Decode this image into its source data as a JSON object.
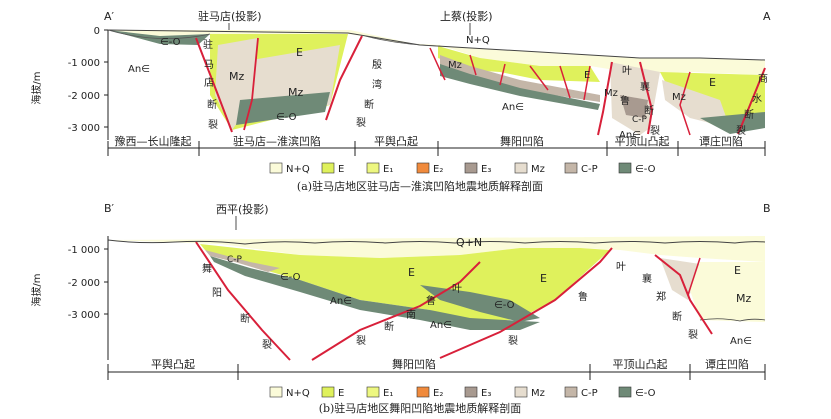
{
  "colors": {
    "NQ": "#fbfbd9",
    "E": "#dff15c",
    "E1": "#edf780",
    "E2": "#f08a3c",
    "E3": "#a89a90",
    "Mz": "#e6ddcf",
    "CP": "#c4b6a8",
    "EO": "#6f8a77",
    "AnE": "#ffffff",
    "fault": "#d8203a"
  },
  "panelA": {
    "corner_left": "A′",
    "corner_right": "A",
    "proj1": "驻马店(投影)",
    "proj2": "上蔡(投影)",
    "nq_label": "N+Q",
    "ticks": [
      "0",
      "-1 000",
      "-2 000",
      "-3 000"
    ],
    "ylabel": "海拔/m",
    "labels": {
      "eo_left": "∈-O",
      "ane_left": "An∈",
      "fault_left": [
        "驻",
        "马",
        "店",
        "断",
        "裂"
      ],
      "e_main": "E",
      "mz_a": "Mz",
      "mz_b": "Mz",
      "eo_mid": "∈-O",
      "fault_right": [
        "殷",
        "湾",
        "断",
        "裂"
      ],
      "mz_c": "Mz",
      "ane_mid": "An∈",
      "e_small": "E",
      "mz_d": "Mz",
      "fault_ye": [
        "叶",
        "襄",
        "断",
        "裂"
      ],
      "fault_lu": [
        "鲁"
      ],
      "mz_e": "Mz",
      "cp": "C-P",
      "ane_right": "An∈",
      "e_right": "E",
      "fault_shang": [
        "商",
        "水",
        "断",
        "裂"
      ]
    },
    "regions": [
      "豫西—长山隆起",
      "驻马店—淮滨凹陷",
      "平舆凸起",
      "舞阳凹陷",
      "平顶山凸起",
      "谭庄凹陷"
    ],
    "caption": "(a)驻马店地区驻马店—淮滨凹陷地震地质解释剖面"
  },
  "panelB": {
    "corner_left": "B′",
    "corner_right": "B",
    "proj1": "西平(投影)",
    "qn_label": "Q+N",
    "ticks": [
      "-1 000",
      "-2 000",
      "-3 000"
    ],
    "ylabel": "海拔/m",
    "labels": {
      "cp": "C-P",
      "eo_a": "∈-O",
      "fault_wuyang": [
        "舞",
        "阳",
        "断",
        "裂"
      ],
      "ane_left": "An∈",
      "e_left": "E",
      "fault_lunan": [
        "鲁",
        "南",
        "断",
        "裂"
      ],
      "ye": "叶",
      "eo_b": "∈-O",
      "ane_mid": "An∈",
      "e_right": "E",
      "lu_right": "鲁",
      "lie_right": "裂",
      "fault_yexiang": [
        "叶",
        "襄",
        "郑",
        "断",
        "裂"
      ],
      "e_far": "E",
      "mz": "Mz",
      "ane_right": "An∈"
    },
    "regions": [
      "平舆凸起",
      "舞阳凹陷",
      "平顶山凸起",
      "谭庄凹陷"
    ],
    "caption": "(b)驻马店地区舞阳凹陷地震地质解释剖面"
  },
  "legend": [
    {
      "key": "NQ",
      "label": "N+Q"
    },
    {
      "key": "E",
      "label": "E"
    },
    {
      "key": "E1",
      "label": "E₁"
    },
    {
      "key": "E2",
      "label": "E₂"
    },
    {
      "key": "E3",
      "label": "E₃"
    },
    {
      "key": "Mz",
      "label": "Mz"
    },
    {
      "key": "CP",
      "label": "C-P"
    },
    {
      "key": "EO",
      "label": "∈-O"
    }
  ]
}
